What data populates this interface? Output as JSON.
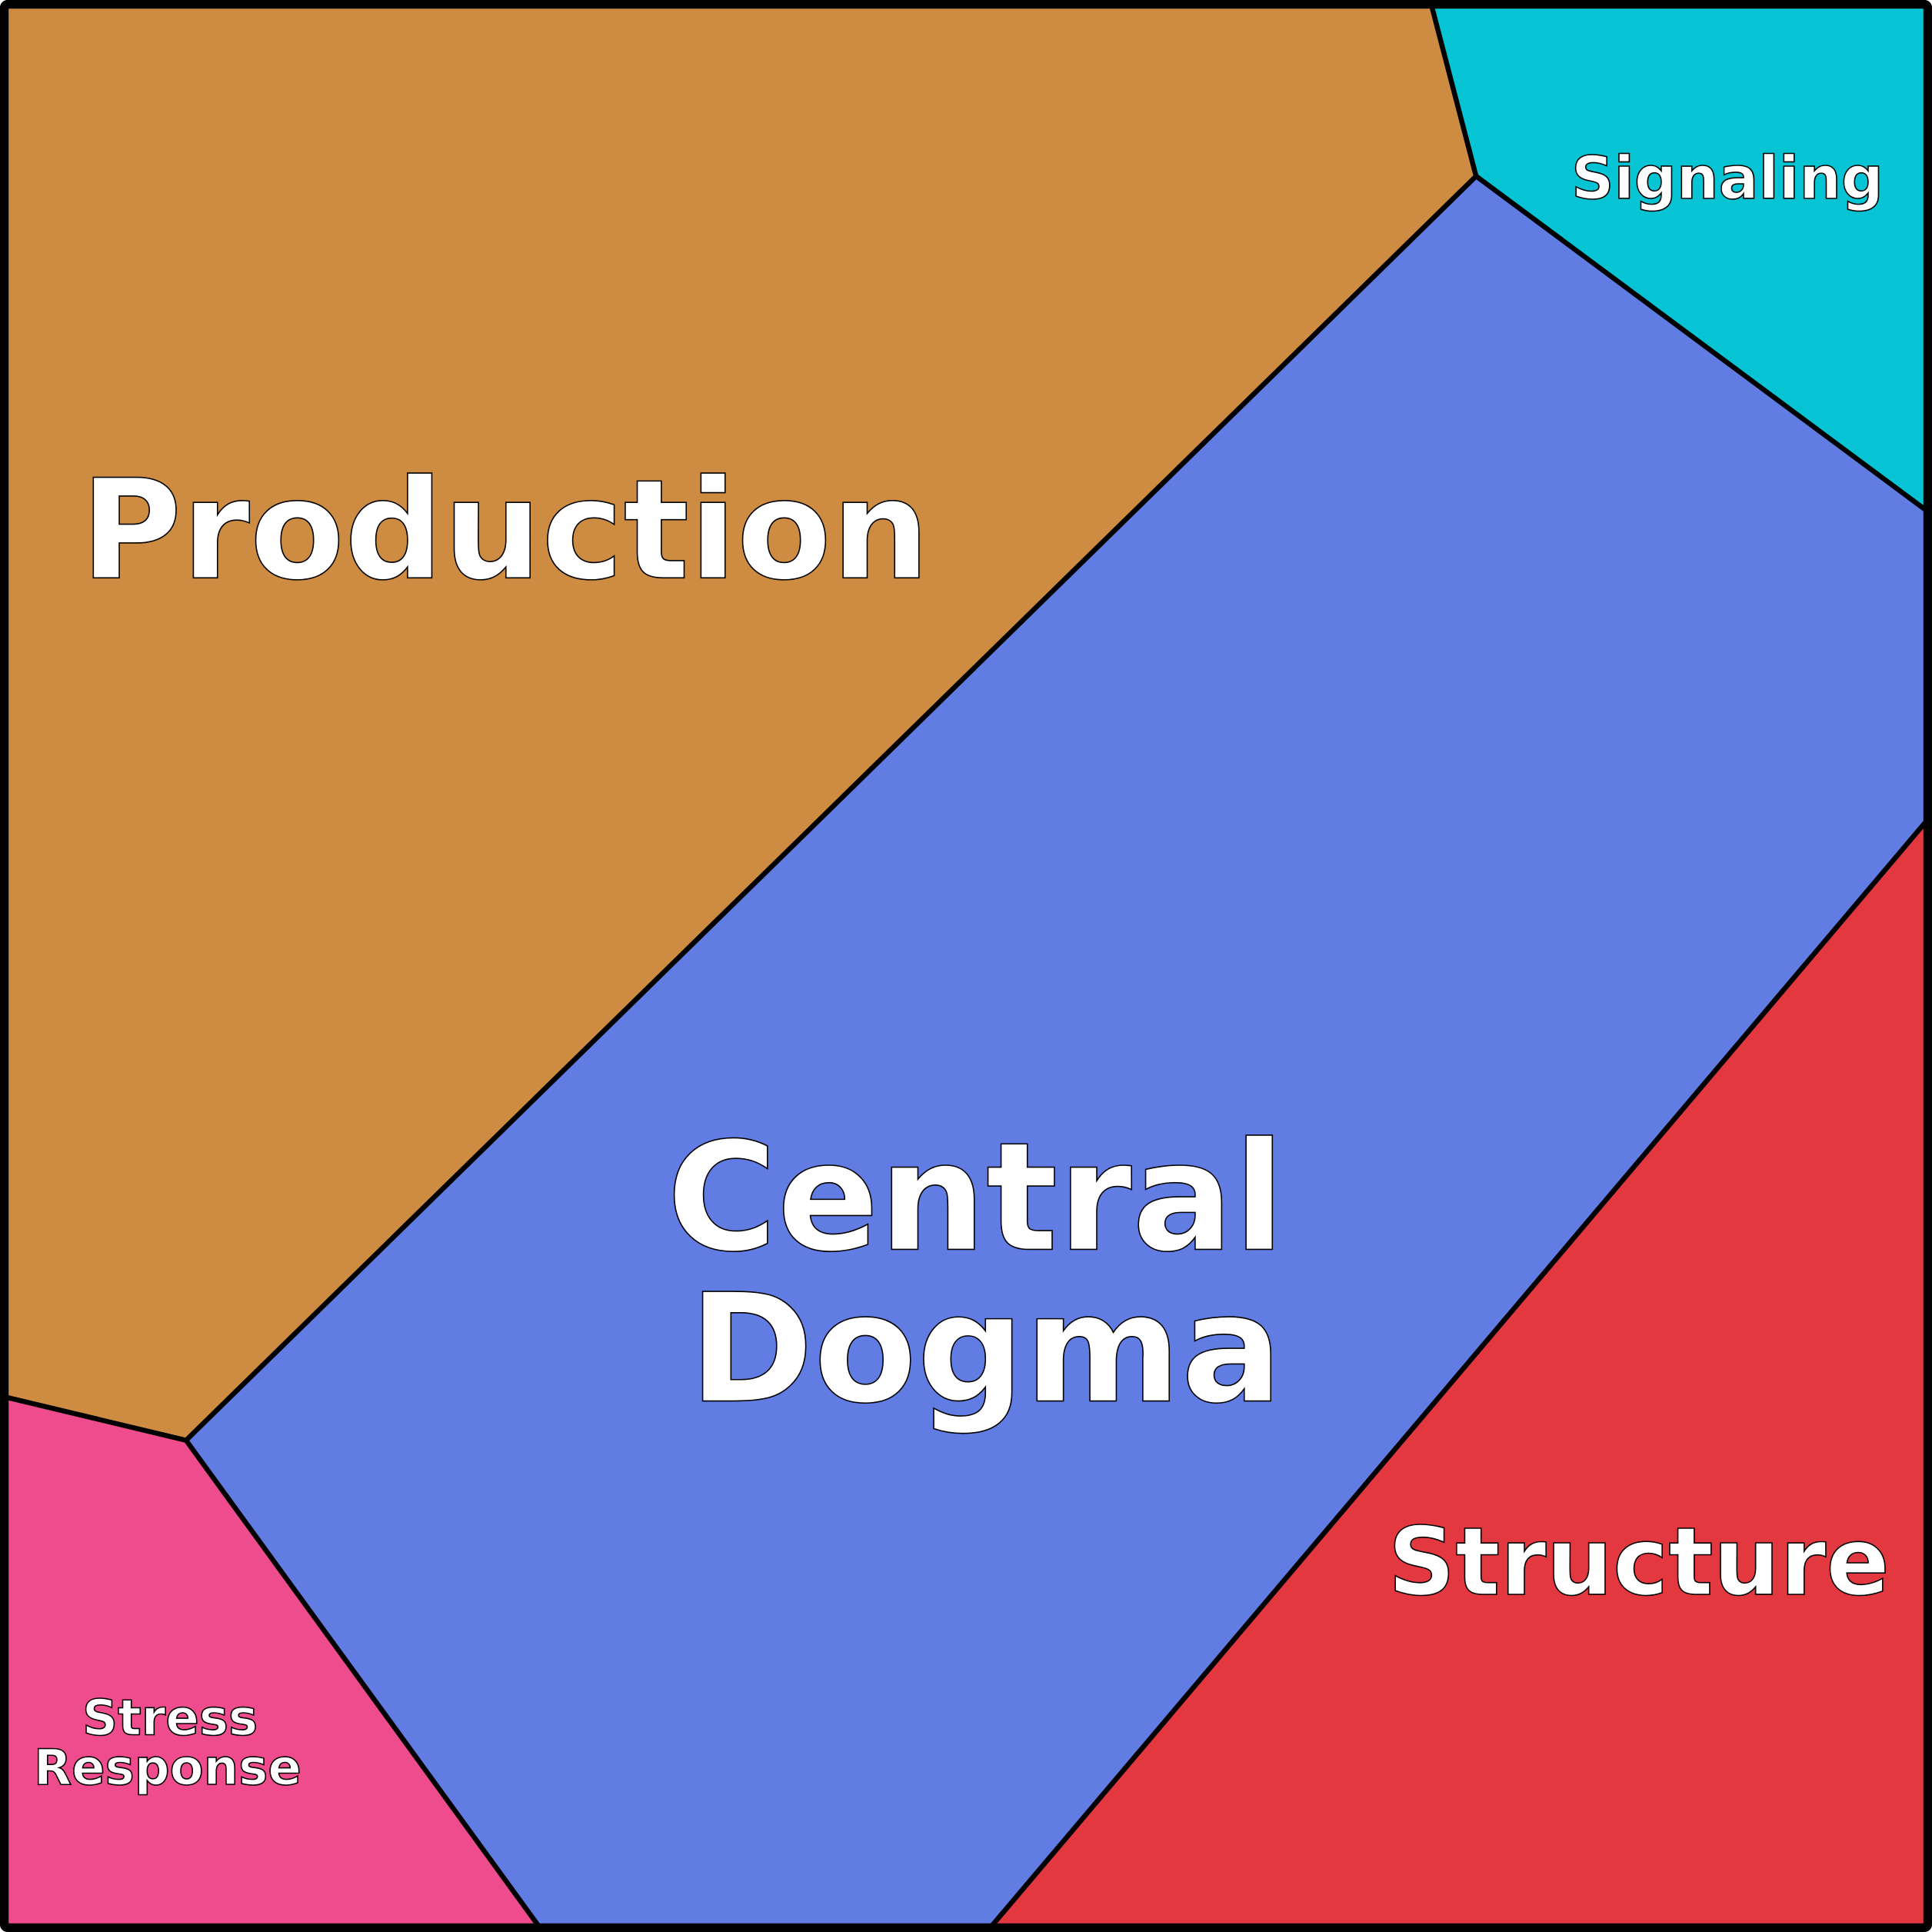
{
  "diagram": {
    "type": "voronoi-treemap",
    "cells": [
      {
        "name": "Production",
        "lines": [
          "Production"
        ],
        "color": "#CD8C41"
      },
      {
        "name": "Signaling",
        "lines": [
          "Signaling"
        ],
        "color": "#06C4D4"
      },
      {
        "name": "Central Dogma",
        "lines": [
          "Central",
          "Dogma"
        ],
        "color": "#617CE3"
      },
      {
        "name": "Structure",
        "lines": [
          "Structure"
        ],
        "color": "#E33840"
      },
      {
        "name": "Stress Response",
        "lines": [
          "Stress",
          "Response"
        ],
        "color": "#EF4C8E"
      }
    ]
  }
}
